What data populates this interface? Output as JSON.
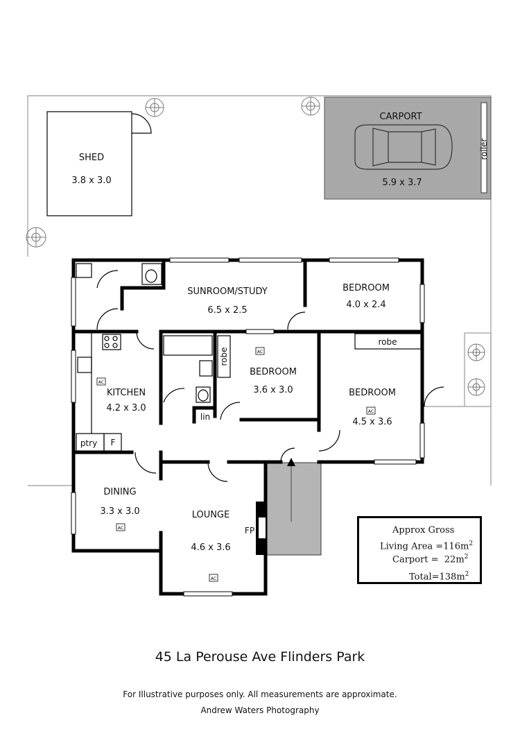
{
  "rooms": {
    "shed": {
      "name": "SHED",
      "dims": "3.8 x 3.0"
    },
    "carport": {
      "name": "CARPORT",
      "dims": "5.9 x 3.7",
      "door": "roller"
    },
    "sunroom": {
      "name": "SUNROOM/STUDY",
      "dims": "6.5 x 2.5"
    },
    "bedroom_ne": {
      "name": "BEDROOM",
      "dims": "4.0 x 2.4"
    },
    "bedroom_mid": {
      "name": "BEDROOM",
      "dims": "3.6 x 3.0"
    },
    "bedroom_e": {
      "name": "BEDROOM",
      "dims": "4.5 x 3.6"
    },
    "kitchen": {
      "name": "KITCHEN",
      "dims": "4.2 x 3.0"
    },
    "dining": {
      "name": "DINING",
      "dims": "3.3 x 3.0"
    },
    "lounge": {
      "name": "LOUNGE",
      "dims": "4.6 x 3.6"
    }
  },
  "labels": {
    "robe": "robe",
    "lin": "lin",
    "ptry": "ptry",
    "fridge": "F",
    "fireplace": "FP",
    "ac": "AC"
  },
  "area_box": {
    "heading": "Approx Gross",
    "living": "Living Area =116m",
    "carport": "Carport =  22m",
    "total": "Total=138m",
    "unit_power": "2"
  },
  "address": "45 La Perouse Ave Flinders Park",
  "disclaimer": "For Illustrative purposes only.  All measurements are approximate.",
  "credit": "Andrew Waters Photography",
  "colors": {
    "carport_fill": "#a8a8a8",
    "porch_fill": "#b5b5b5",
    "wall": "#000000",
    "boundary": "#999999"
  }
}
